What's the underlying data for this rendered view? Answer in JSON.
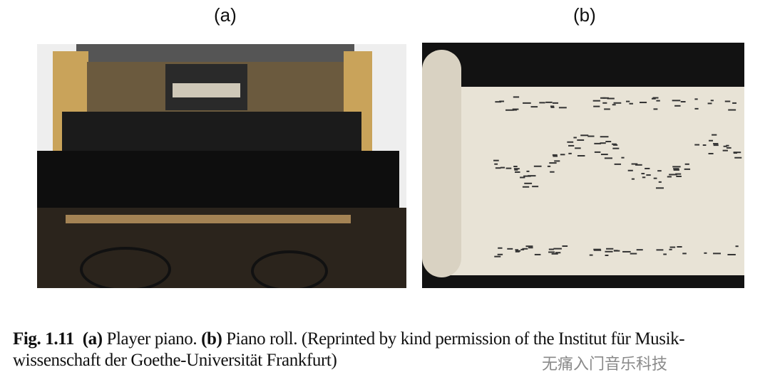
{
  "panels": [
    {
      "label": "(a)"
    },
    {
      "label": "(b)"
    }
  ],
  "caption": {
    "fig": "Fig. 1.11",
    "a_marker": "(a)",
    "a_text": " Player piano. ",
    "b_marker": "(b)",
    "b_text": " Piano roll. (Reprinted by kind permission of the Institut für Musik-",
    "line2": "wissenschaft der Goethe-Universität Frankfurt)"
  },
  "watermark": "无痛入门音乐科技"
}
